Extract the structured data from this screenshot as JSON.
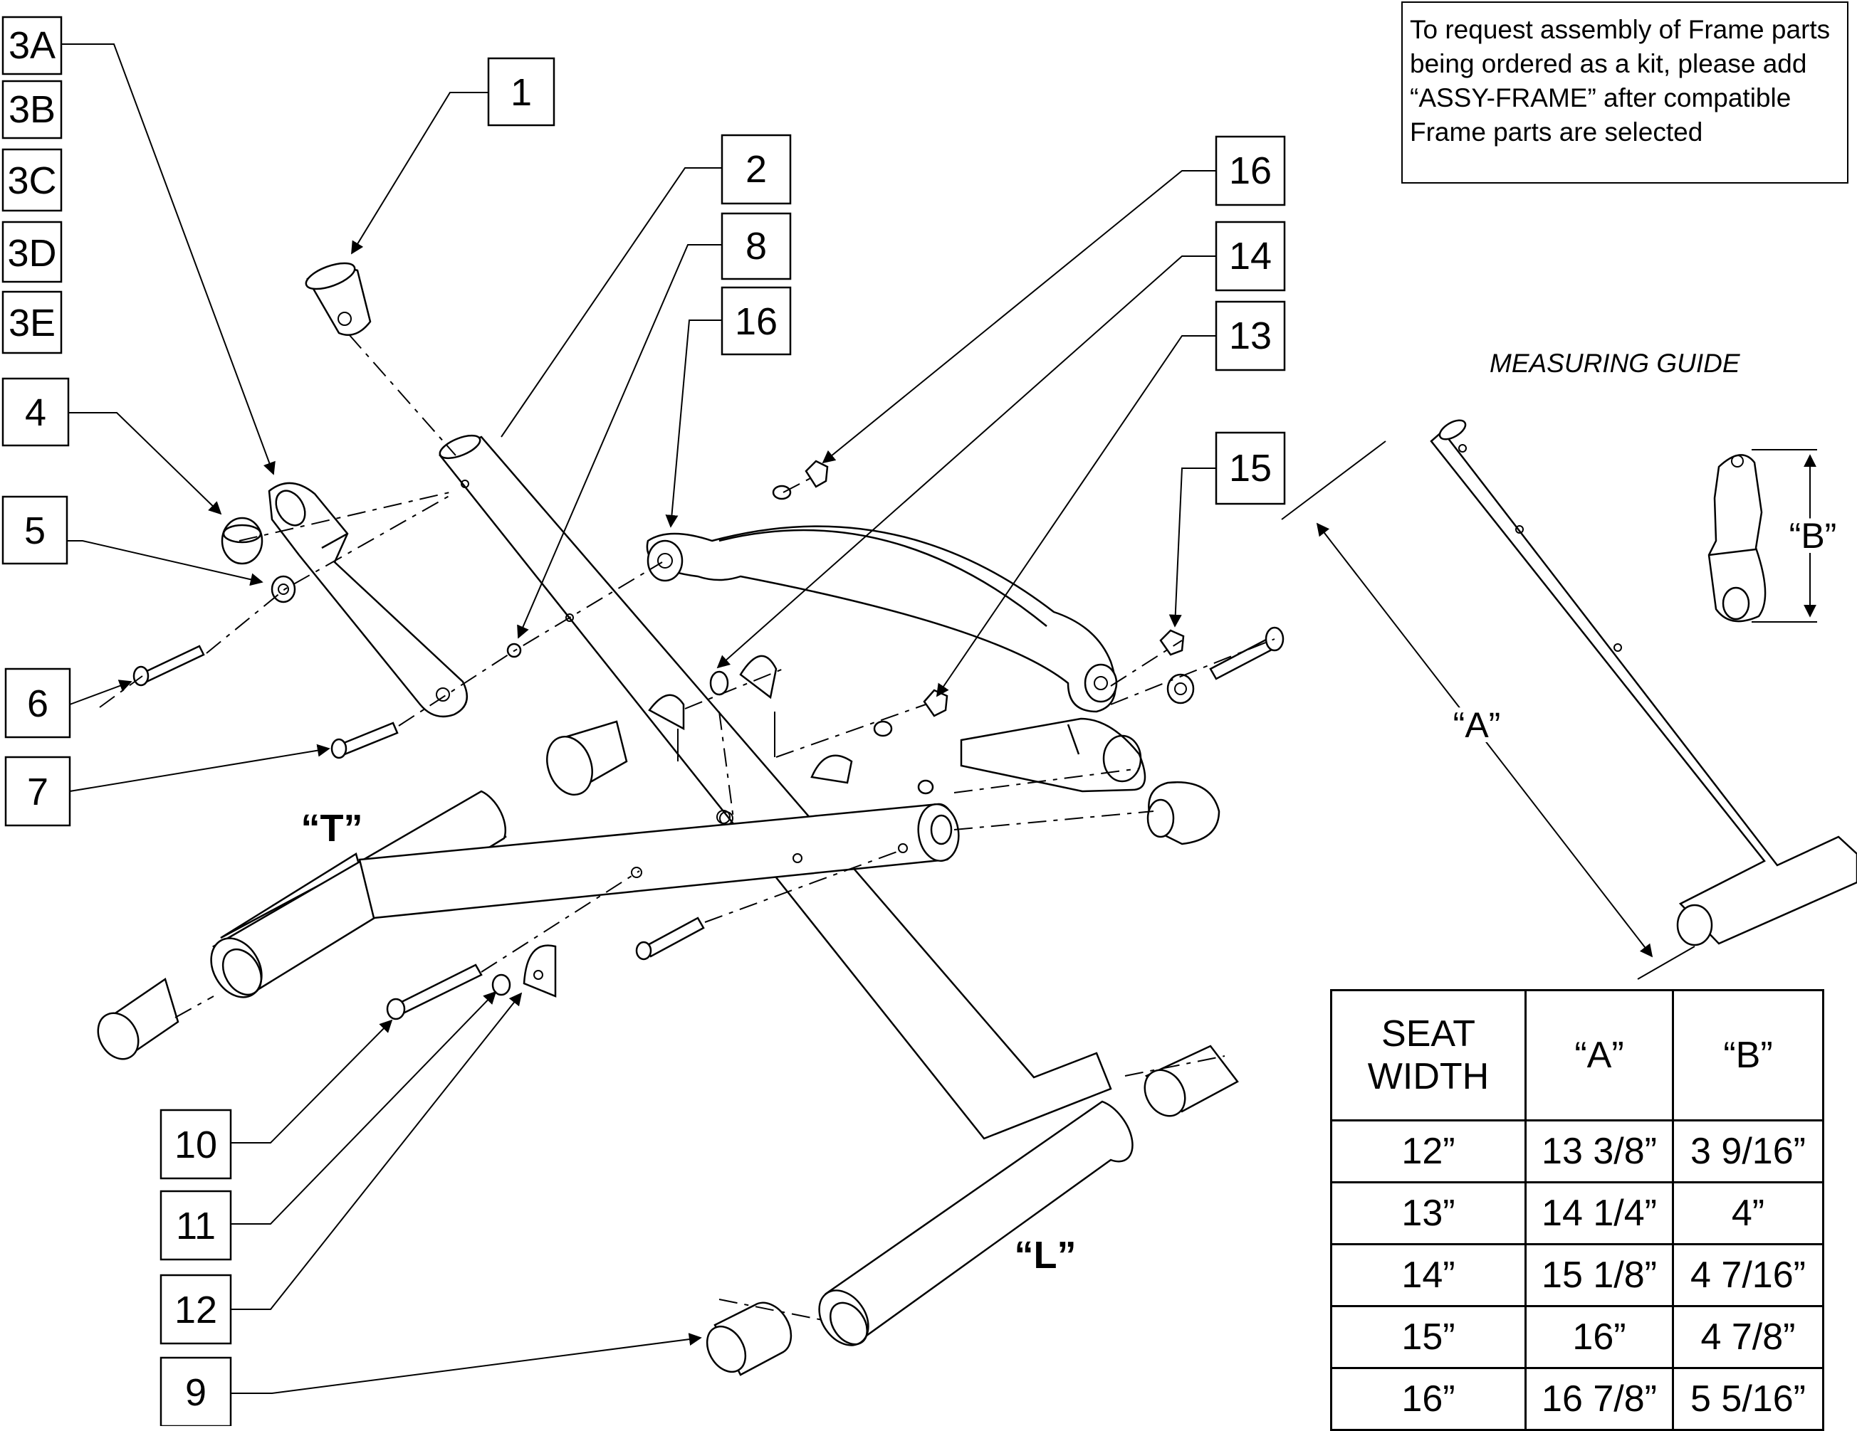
{
  "callouts": {
    "c3a": "3A",
    "c3b": "3B",
    "c3c": "3C",
    "c3d": "3D",
    "c3e": "3E",
    "c1": "1",
    "c2": "2",
    "c4": "4",
    "c5": "5",
    "c6": "6",
    "c7": "7",
    "c8": "8",
    "c9": "9",
    "c10": "10",
    "c11": "11",
    "c12": "12",
    "c13": "13",
    "c14": "14",
    "c15": "15",
    "c16a": "16",
    "c16b": "16"
  },
  "frame_labels": {
    "t": "“T”",
    "l": "“L”"
  },
  "note": "To request assembly of Frame parts being ordered as a kit, please add “ASSY-FRAME” after compatible Frame parts are selected",
  "measuring_guide": {
    "title": "MEASURING GUIDE",
    "dim_a": "“A”",
    "dim_b": "“B”"
  },
  "size_table": {
    "headers": [
      "SEAT WIDTH",
      "“A”",
      "“B”"
    ],
    "rows": [
      [
        "12”",
        "13 3/8”",
        "3 9/16”"
      ],
      [
        "13”",
        "14 1/4”",
        "4”"
      ],
      [
        "14”",
        "15 1/8”",
        "4 7/16”"
      ],
      [
        "15”",
        "16”",
        "4 7/8”"
      ],
      [
        "16”",
        "16 7/8”",
        "5 5/16”"
      ]
    ]
  }
}
